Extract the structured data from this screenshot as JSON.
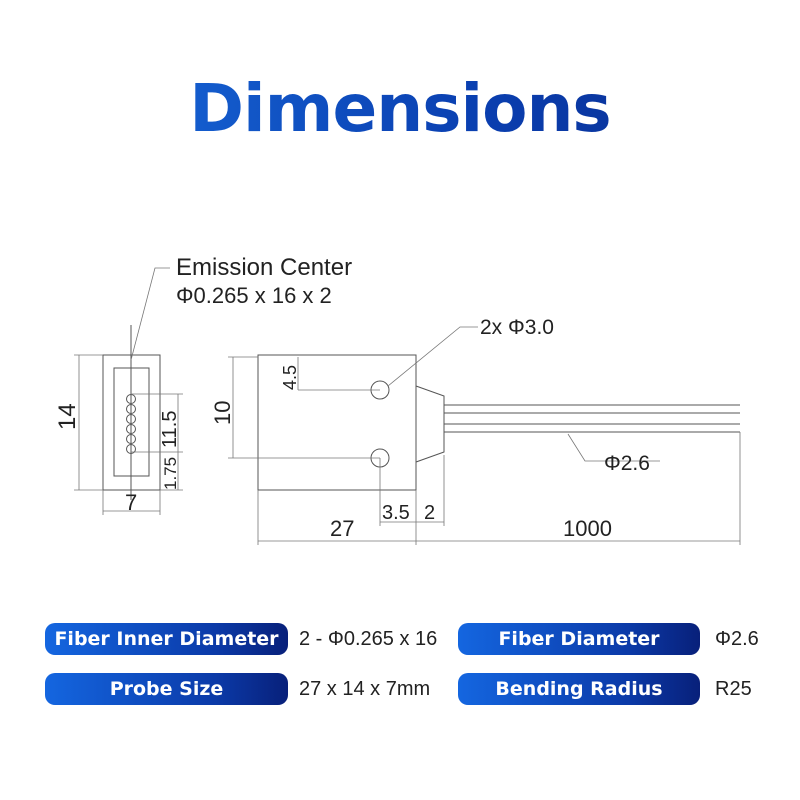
{
  "title": "Dimensions",
  "diagram": {
    "emission_label": "Emission Center",
    "emission_spec": "Φ0.265 x 16 x 2",
    "dim_height": "14",
    "dim_width": "7",
    "dim_array": "11.5",
    "dim_offset": "1.75",
    "dim_body_h": "10",
    "dim_hole_offset": "4.5",
    "holes": "2x Φ3.0",
    "dim_length": "27",
    "dim_hole_x": "3.5",
    "dim_connector": "2",
    "dim_fiber_length": "1000",
    "fiber_dia": "Φ2.6"
  },
  "specs": [
    {
      "label": "Fiber Inner Diameter",
      "value": "2 - Φ0.265 x 16"
    },
    {
      "label": "Fiber Diameter",
      "value": "Φ2.6"
    },
    {
      "label": "Probe Size",
      "value": "27 x 14 x 7mm"
    },
    {
      "label": "Bending Radius",
      "value": "R25"
    }
  ],
  "colors": {
    "accent": "#0b3aa8",
    "accent_light": "#1466e0"
  }
}
